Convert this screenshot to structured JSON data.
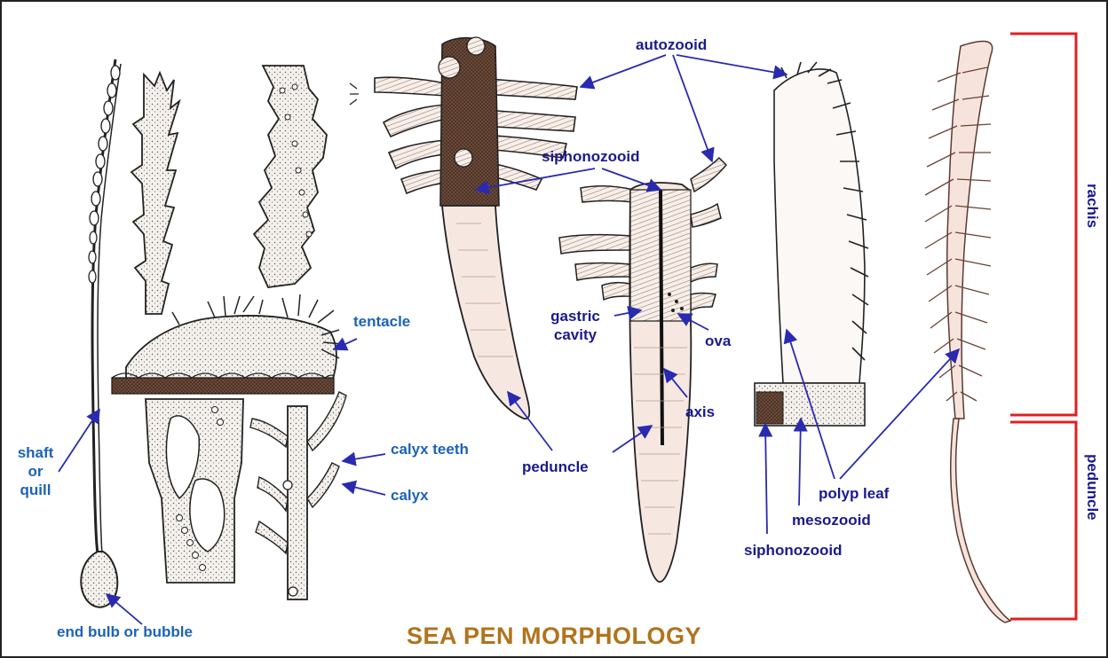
{
  "title": "SEA PEN MORPHOLOGY",
  "labels": {
    "shaft": [
      "shaft",
      "or",
      "quill"
    ],
    "end_bulb": "end bulb or bubble",
    "tentacle": "tentacle",
    "calyx_teeth": "calyx teeth",
    "calyx": "calyx",
    "autozooid": "autozooid",
    "siphonozooid_top": "siphonozooid",
    "gastric_cavity": [
      "gastric",
      "cavity"
    ],
    "ova": "ova",
    "axis": "axis",
    "peduncle_middle": "peduncle",
    "polyp_leaf": "polyp leaf",
    "mesozooid": "mesozooid",
    "siphonozooid_bottom": "siphonozooid",
    "rachis": "rachis",
    "peduncle_right": "peduncle"
  },
  "colors": {
    "title": "#b0741c",
    "label_blue": "#1c63b7",
    "label_navy": "#1b1a8c",
    "arrow": "#2a2ab0",
    "bracket": "#e02020"
  }
}
